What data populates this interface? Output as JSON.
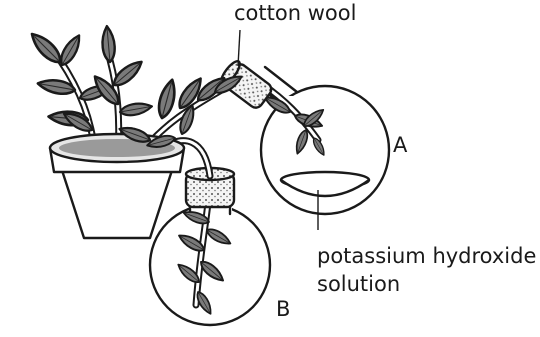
{
  "labels": {
    "cotton_wool": "cotton wool",
    "flask_a": "A",
    "flask_b": "B",
    "solution_line1": "potassium hydroxide",
    "solution_line2": "solution"
  },
  "colors": {
    "ink": "#1a1a1a",
    "leaf": "#7a7a7a",
    "background": "#ffffff"
  }
}
